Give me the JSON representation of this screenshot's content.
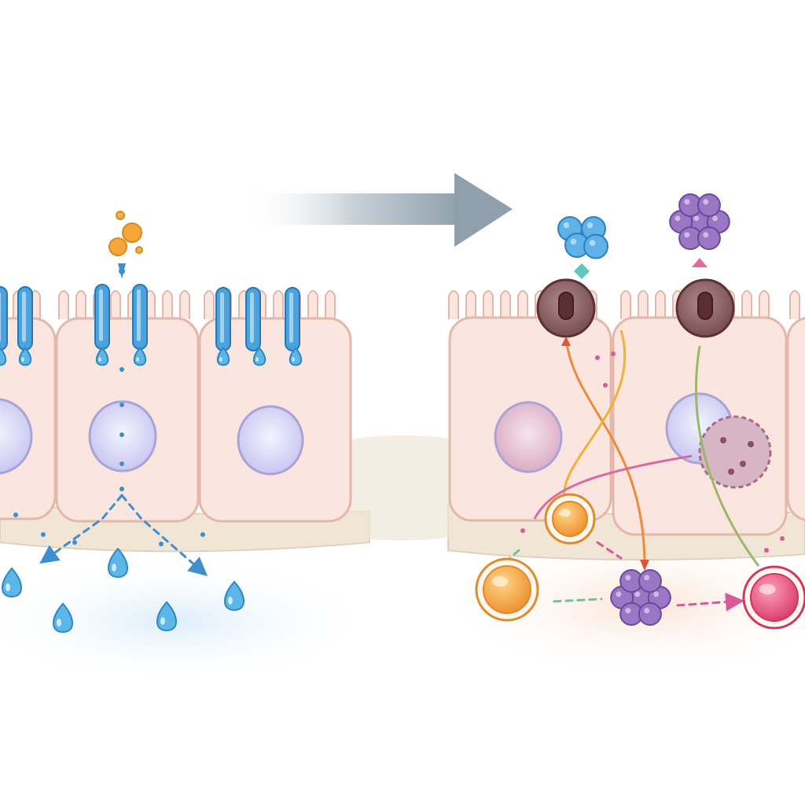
{
  "diagram": {
    "labels": [],
    "panels": [
      {
        "id": "left",
        "cell_count": 3,
        "channel_count_per_cell": 3
      },
      {
        "id": "right",
        "cell_count": 3,
        "immune_cell_count": 3
      }
    ],
    "colors": {
      "background": "#ffffff",
      "cell_fill": "#fbe6df",
      "cell_stroke": "#e4b7ab",
      "basement_membrane": "#efe3d0",
      "nucleus_left": "#cfcdf2",
      "nucleus_right_first": "#e7bfd2",
      "channel_blue": "#4aa3dc",
      "water_drop": "#5db6e8",
      "arrow_gray": "#8fa0ac",
      "cluster_blue": "#5fb2e6",
      "cluster_purple": "#9a76c4",
      "junction_complex": "#8a5a5e",
      "immune_orange": "#f2a53a",
      "immune_pink": "#e0507a",
      "signal_orange": "#f08a3a",
      "signal_teal": "#6fbfa0",
      "small_cluster_orange": "#f0a040"
    },
    "icons": [
      "water-droplet-icon",
      "transition-arrow-icon",
      "nutrient-cluster-icon",
      "immune-cell-icon"
    ]
  }
}
